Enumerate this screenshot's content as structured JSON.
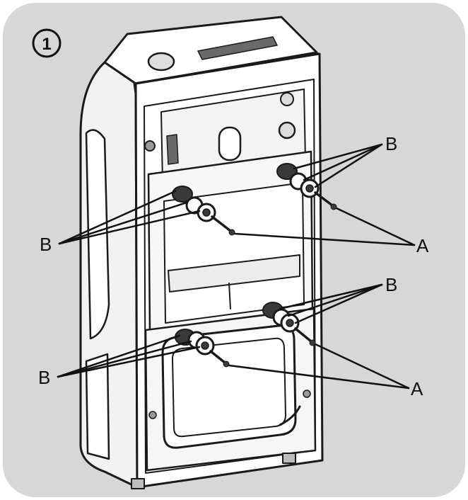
{
  "figure": {
    "step_number": "1",
    "colors": {
      "panel_background": "#d7d7d7",
      "machine_outline": "#1a1a1a",
      "machine_fill": "#ffffff",
      "machine_shade": "#eeeeee"
    },
    "callouts": [
      {
        "id": "b-top-right",
        "label": "B"
      },
      {
        "id": "b-top-left",
        "label": "B"
      },
      {
        "id": "a-top-right",
        "label": "A"
      },
      {
        "id": "b-bottom-right",
        "label": "B"
      },
      {
        "id": "b-bottom-left",
        "label": "B"
      },
      {
        "id": "a-bottom-right",
        "label": "A"
      }
    ]
  }
}
